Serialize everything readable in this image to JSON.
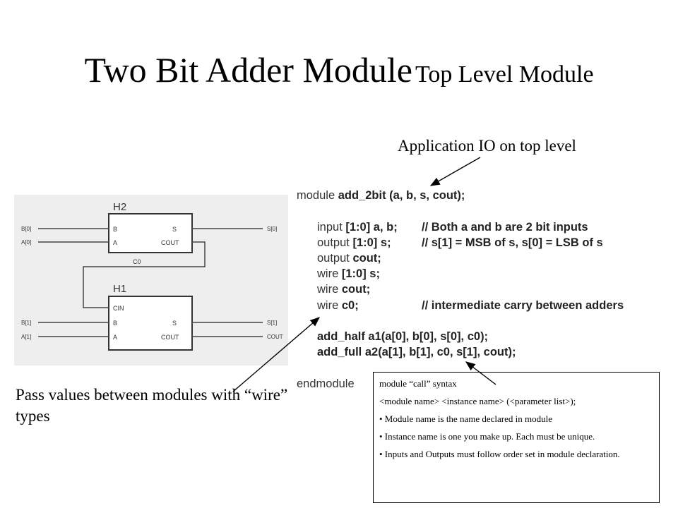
{
  "title": {
    "main": "Two Bit Adder Module",
    "sub": "Top Level Module"
  },
  "callouts": {
    "io": "Application IO on top level",
    "wire": "Pass values between modules with “wire” types"
  },
  "diagram": {
    "h2_label": "H2",
    "h1_label": "H1",
    "c0_label": "C0",
    "left_ports": [
      "B[0]",
      "A[0]",
      "B[1]",
      "A[1]"
    ],
    "right_ports": [
      "S[0]",
      "S[1]",
      "COUT"
    ],
    "h2_pins": {
      "b": "B",
      "a": "A",
      "s": "S",
      "cout": "COUT"
    },
    "h1_pins": {
      "cin": "CIN",
      "b": "B",
      "a": "A",
      "s": "S",
      "cout": "COUT"
    }
  },
  "code": {
    "header_kw": "module",
    "header_rest": "add_2bit (a, b, s, cout);",
    "decls": [
      {
        "kw": "input",
        "rest": "[1:0] a, b;",
        "comment": "// Both a and b are 2 bit inputs"
      },
      {
        "kw": "output",
        "rest": "[1:0] s;",
        "comment": "// s[1] = MSB of s, s[0] = LSB of s"
      },
      {
        "kw": "output",
        "rest": "cout;",
        "comment": ""
      },
      {
        "kw": "wire",
        "rest": "[1:0] s;",
        "comment": ""
      },
      {
        "kw": "wire",
        "rest": "cout;",
        "comment": ""
      },
      {
        "kw": "wire",
        "rest": "c0;",
        "comment": "// intermediate carry between adders"
      }
    ],
    "instances": [
      "add_half a1(a[0], b[0], s[0], c0);",
      "add_full a2(a[1], b[1], c0, s[1], cout);"
    ],
    "end_kw": "endmodule"
  },
  "syntax_box": {
    "heading": "module “call” syntax",
    "form": "<module name> <instance name> (<parameter list>);",
    "bullets": [
      "• Module name is the name declared in module",
      "• Instance name is one you make up. Each must be unique.",
      "• Inputs and Outputs must follow order set in module declaration."
    ]
  }
}
